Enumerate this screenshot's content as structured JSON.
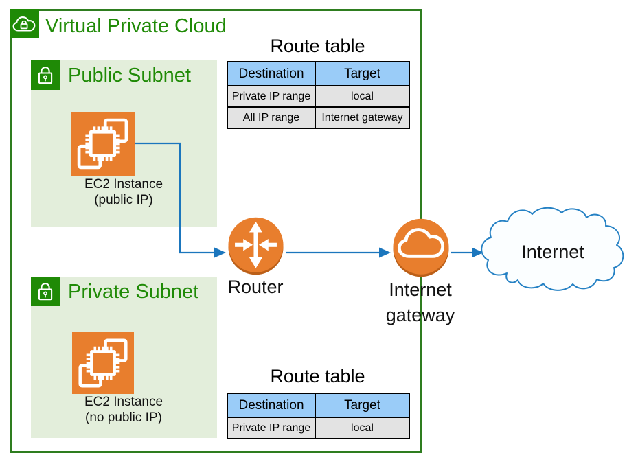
{
  "diagram_type": "aws-vpc-architecture",
  "vpc": {
    "title": "Virtual Private Cloud"
  },
  "public_subnet": {
    "title": "Public Subnet",
    "ec2_label_line1": "EC2 Instance",
    "ec2_label_line2": "(public IP)"
  },
  "private_subnet": {
    "title": "Private Subnet",
    "ec2_label_line1": "EC2 Instance",
    "ec2_label_line2": "(no public IP)"
  },
  "router": {
    "label": "Router"
  },
  "internet_gateway": {
    "label_line1": "Internet",
    "label_line2": "gateway"
  },
  "internet_cloud": {
    "label": "Internet"
  },
  "route_tables": [
    {
      "title": "Route table",
      "headers": {
        "destination": "Destination",
        "target": "Target"
      },
      "rows": [
        {
          "destination": "Private IP range",
          "target": "local"
        },
        {
          "destination": "All IP range",
          "target": "Internet gateway"
        }
      ]
    },
    {
      "title": "Route table",
      "headers": {
        "destination": "Destination",
        "target": "Target"
      },
      "rows": [
        {
          "destination": "Private IP range",
          "target": "local"
        }
      ]
    }
  ],
  "icons": {
    "vpc": "cloud-lock-icon",
    "subnet": "lock-icon",
    "ec2": "chip-icon",
    "router": "cross-arrows-icon",
    "internet_gateway": "cloud-icon",
    "internet": "cloud-shape"
  },
  "colors": {
    "vpc_green": "#1f8a06",
    "vpc_border_green": "#2e7d1f",
    "subnet_background": "#e3eedb",
    "aws_orange": "#e87e2d",
    "orange_shadow": "#bb5f18",
    "connector_blue": "#1b76bd",
    "table_header_blue": "#9accf8",
    "table_row_gray": "#e3e3e3",
    "internet_cloud_outline": "#2581c4"
  }
}
